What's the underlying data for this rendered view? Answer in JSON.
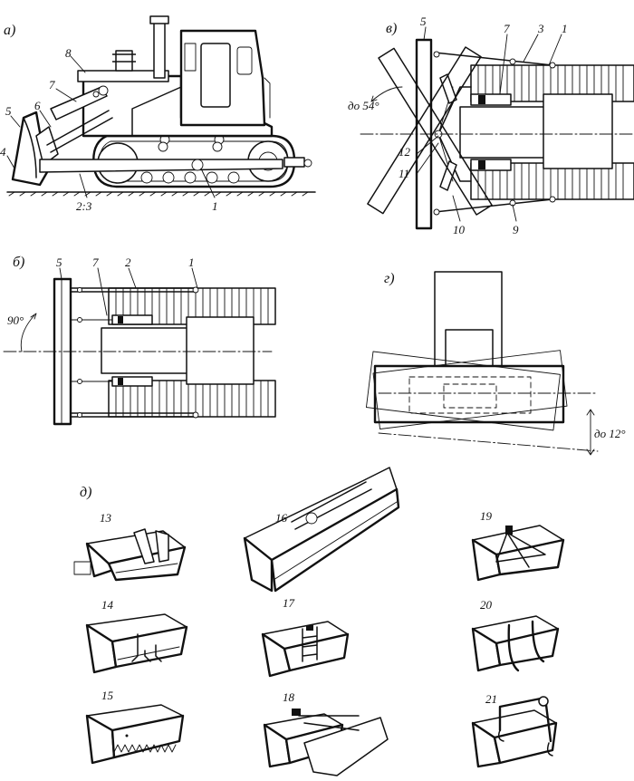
{
  "views": {
    "a": {
      "label": "a)",
      "parts": [
        "1",
        "2:3",
        "4",
        "5",
        "6",
        "7",
        "8"
      ]
    },
    "b": {
      "label": "б)",
      "parts": [
        "1",
        "2",
        "5",
        "7"
      ],
      "angle": "90°"
    },
    "v": {
      "label": "в)",
      "parts": [
        "1",
        "3",
        "5",
        "7",
        "9",
        "10",
        "11",
        "12"
      ],
      "angle": "до 54°"
    },
    "g": {
      "label": "г)",
      "angle": "до 12°"
    },
    "d": {
      "label": "д)",
      "variants": [
        "13",
        "14",
        "15",
        "16",
        "17",
        "18",
        "19",
        "20",
        "21"
      ]
    }
  },
  "colors": {
    "ink": "#111111",
    "paper": "#ffffff"
  }
}
